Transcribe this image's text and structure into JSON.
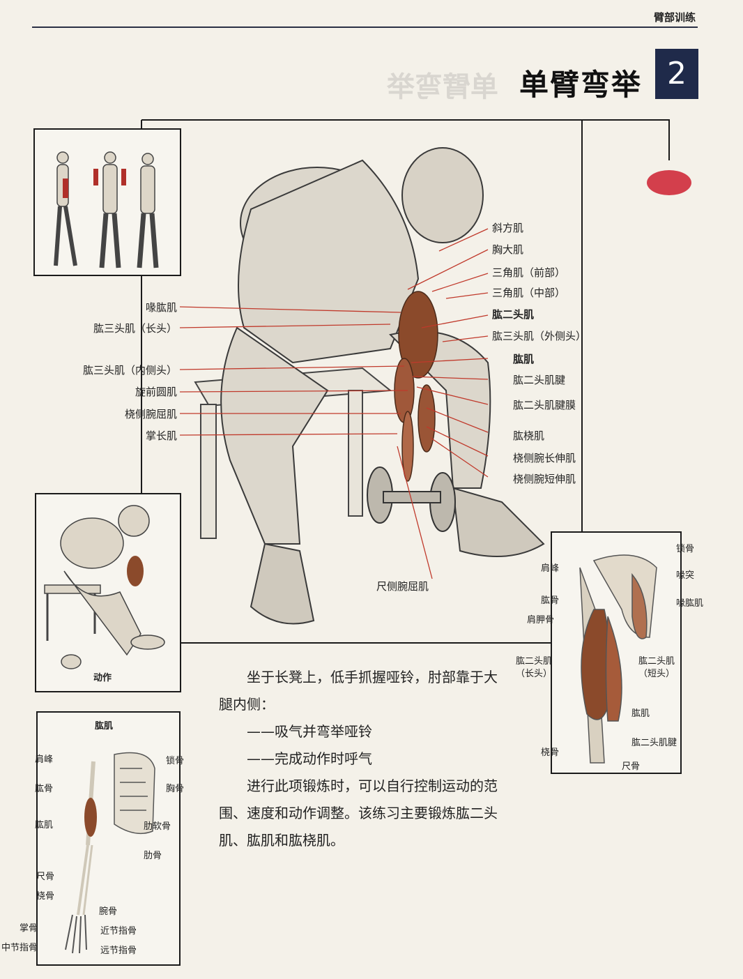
{
  "header": {
    "section": "臂部训练"
  },
  "title": {
    "text": "单臂弯举",
    "number": "2"
  },
  "main_labels_left": [
    "喙肱肌",
    "肱三头肌（长头）",
    "肱三头肌（内侧头）",
    "旋前圆肌",
    "桡侧腕屈肌",
    "掌长肌"
  ],
  "main_labels_right": [
    "斜方肌",
    "胸大肌",
    "三角肌（前部）",
    "三角肌（中部）",
    "肱二头肌",
    "肱三头肌（外侧头）",
    "肱肌",
    "肱二头肌腱",
    "肱二头肌腱膜",
    "肱桡肌",
    "桡侧腕长伸肌",
    "桡侧腕短伸肌"
  ],
  "main_label_bottom": "尺侧腕屈肌",
  "action_caption": "动作",
  "brachialis_box": {
    "title": "肱肌",
    "left_labels": [
      "肩峰",
      "肱骨",
      "肱肌",
      "尺骨",
      "桡骨",
      "掌骨",
      "中节指骨"
    ],
    "right_labels": [
      "锁骨",
      "胸骨",
      "肋软骨",
      "肋骨",
      "腕骨",
      "近节指骨",
      "远节指骨"
    ]
  },
  "shoulder_box": {
    "left_labels": [
      "肩峰",
      "肱骨",
      "肩胛骨",
      "肱二头肌\n（长头）",
      "桡骨"
    ],
    "right_labels": [
      "锁骨",
      "喙突",
      "喙肱肌",
      "肱二头肌\n（短头）",
      "肱肌",
      "肱二头肌腱",
      "尺骨"
    ]
  },
  "instructions": {
    "p1": "坐于长凳上，低手抓握哑铃，肘部靠于大腿内侧：",
    "step1": "——吸气并弯举哑铃",
    "step2": "——完成动作时呼气",
    "p2": "进行此项锻炼时，可以自行控制运动的范围、速度和动作调整。该练习主要锻炼肱二头肌、肱肌和肱桡肌。"
  },
  "colors": {
    "title_box": "#1f2a4a",
    "muscle": "#8b4a2b",
    "leader": "#c0392b",
    "marker": "#d33f4c"
  }
}
